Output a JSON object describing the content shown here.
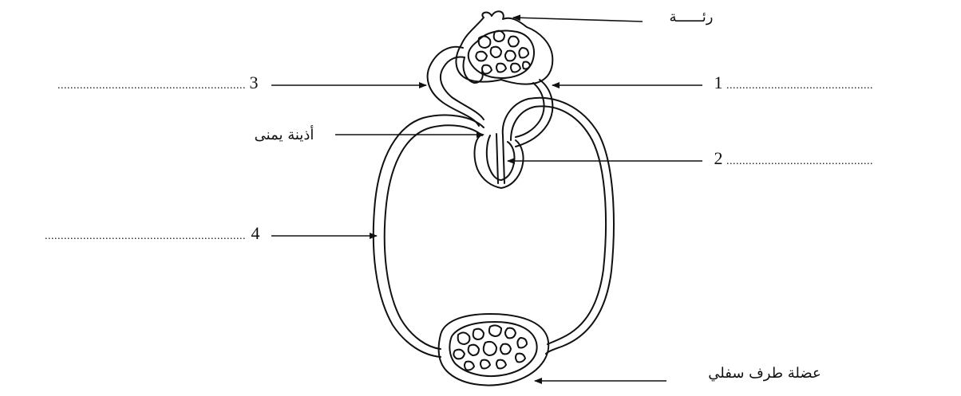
{
  "diagram": {
    "labels": {
      "lung": "رئــــــة",
      "right_atrium": "أذينة يمنى",
      "leg_muscle": "عضلة طرف سفلي",
      "num1": "1",
      "num2": "2",
      "num3": "3",
      "num4": "4",
      "blank1": "..............................................",
      "blank2": "..............................................",
      "blank3": "...........................................................",
      "blank4": "..............................................................."
    },
    "colors": {
      "line": "#111111",
      "background": "#ffffff"
    }
  }
}
